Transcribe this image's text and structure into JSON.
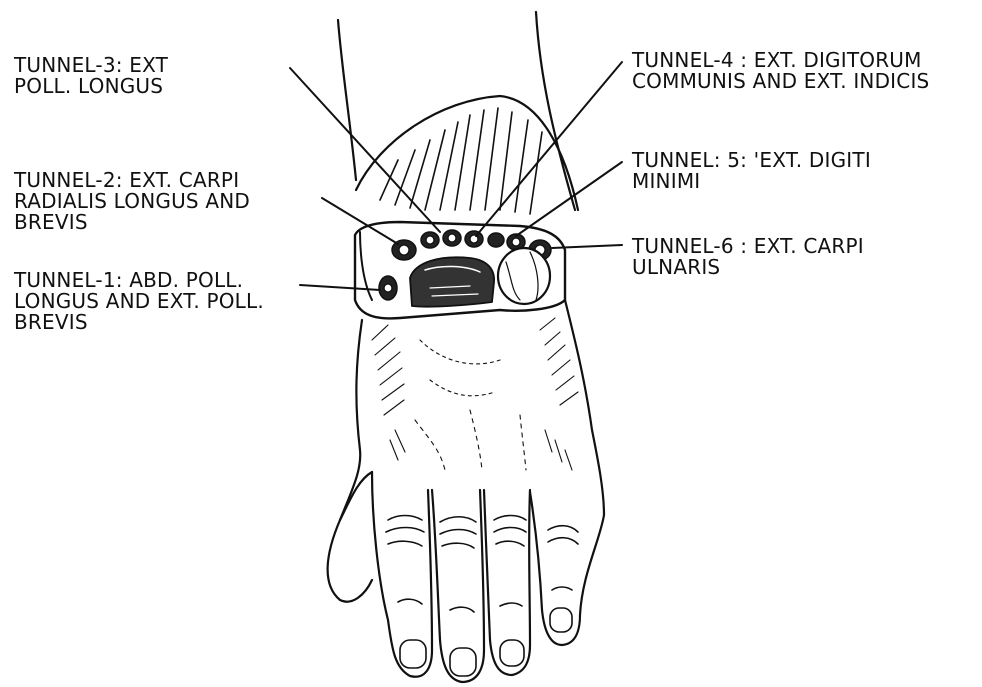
{
  "labels": {
    "tunnel3": [
      "TUNNEL-3: EXT",
      "POLL. LONGUS"
    ],
    "tunnel2": [
      "TUNNEL-2: EXT. CARPI",
      "RADIALIS LONGUS AND",
      "BREVIS"
    ],
    "tunnel1": [
      "TUNNEL-1: ABD. POLL.",
      "LONGUS AND EXT. POLL.",
      "BREVIS"
    ],
    "tunnel4": [
      "TUNNEL-4 : EXT. DIGITORUM",
      "COMMUNIS AND EXT. INDICIS"
    ],
    "tunnel5": [
      "TUNNEL: 5: 'EXT. DIGITI",
      "MINIMI"
    ],
    "tunnel6": [
      "TUNNEL-6 : EXT. CARPI",
      "ULNARIS"
    ]
  }
}
